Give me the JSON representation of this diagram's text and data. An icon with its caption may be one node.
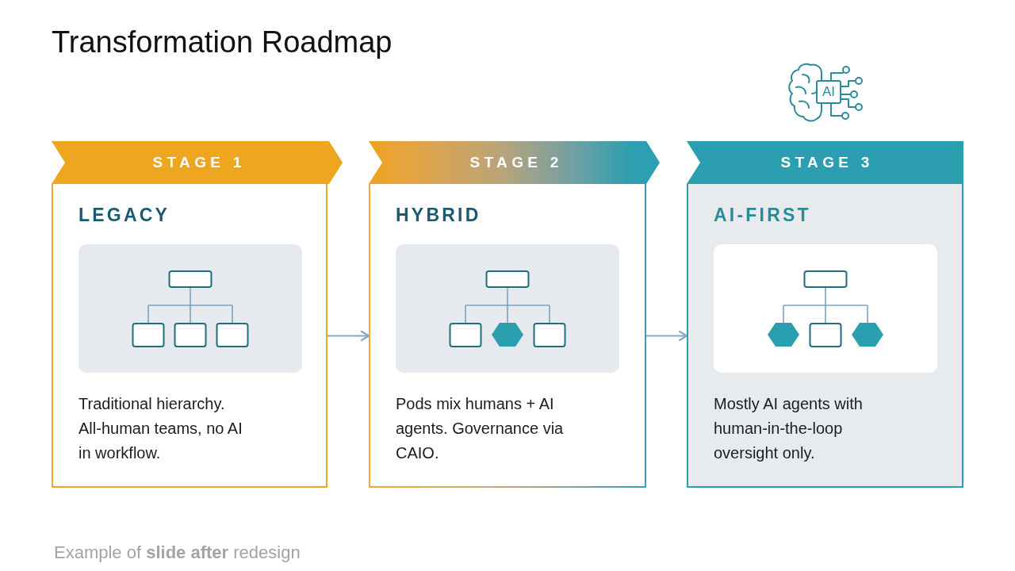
{
  "diagram": {
    "title": "Transformation Roadmap",
    "caption": "Example of **slide after** redesign",
    "nodes": [
      {
        "text": [
          "STAGE 1"
        ]
      },
      {
        "text": [
          "LEGACY",
          "Traditional hierarchy. All-human teams, no AI in workflow."
        ]
      },
      {
        "text": [
          "STAGE 2"
        ]
      },
      {
        "text": [
          "HYBRID",
          "Pods mix humans + AI agents. Governance via CAIO."
        ]
      },
      {
        "text": [
          "STAGE 3"
        ]
      },
      {
        "text": [
          "AI-FIRST",
          "Mostly AI agents with human-in-the-loop oversight only."
        ]
      }
    ],
    "edges": [
      {
        "from": 1,
        "to": 3,
        "arrow": "to"
      },
      {
        "from": 3,
        "to": 5,
        "arrow": "to"
      }
    ],
    "labels": [
      "AI"
    ]
  }
}
